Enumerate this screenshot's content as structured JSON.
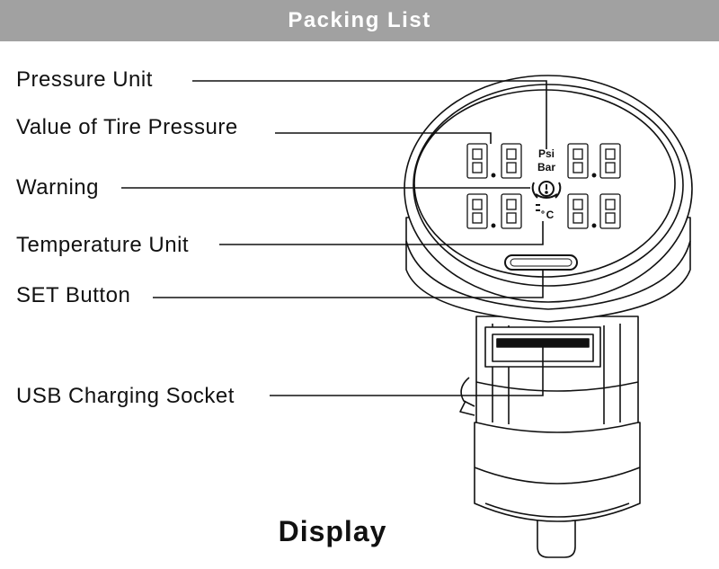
{
  "header": {
    "title": "Packing  List"
  },
  "labels": {
    "pressure_unit": "Pressure  Unit",
    "tire_pressure": "Value of Tire Pressure",
    "warning": "Warning",
    "temperature_unit": "Temperature Unit",
    "set_button": "SET Button",
    "usb_socket": "USB Charging Socket"
  },
  "display": {
    "unit_psi": "Psi",
    "unit_bar": "Bar",
    "unit_celsius": "C"
  },
  "caption": "Display",
  "colors": {
    "header_bg": "#a1a1a1",
    "header_text": "#ffffff",
    "line": "#111111"
  }
}
